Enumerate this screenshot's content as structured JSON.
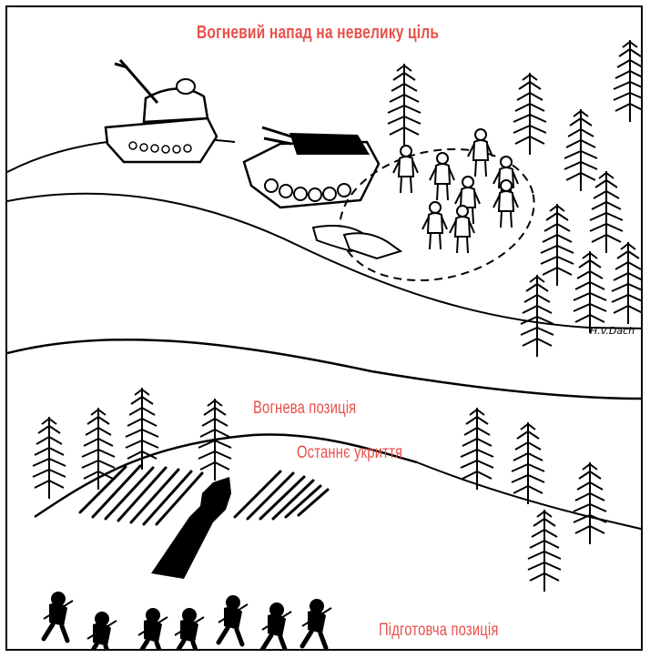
{
  "title": "Вогневий напад на невелику ціль",
  "labels": {
    "firing_position": "Вогнева позиція",
    "last_cover": "Останнє укриття",
    "preparatory_position": "Підготовча позиція"
  },
  "signature": "H.v.Dach",
  "colors": {
    "label_red": "#e8504a",
    "ink": "#000000",
    "paper": "#ffffff"
  }
}
